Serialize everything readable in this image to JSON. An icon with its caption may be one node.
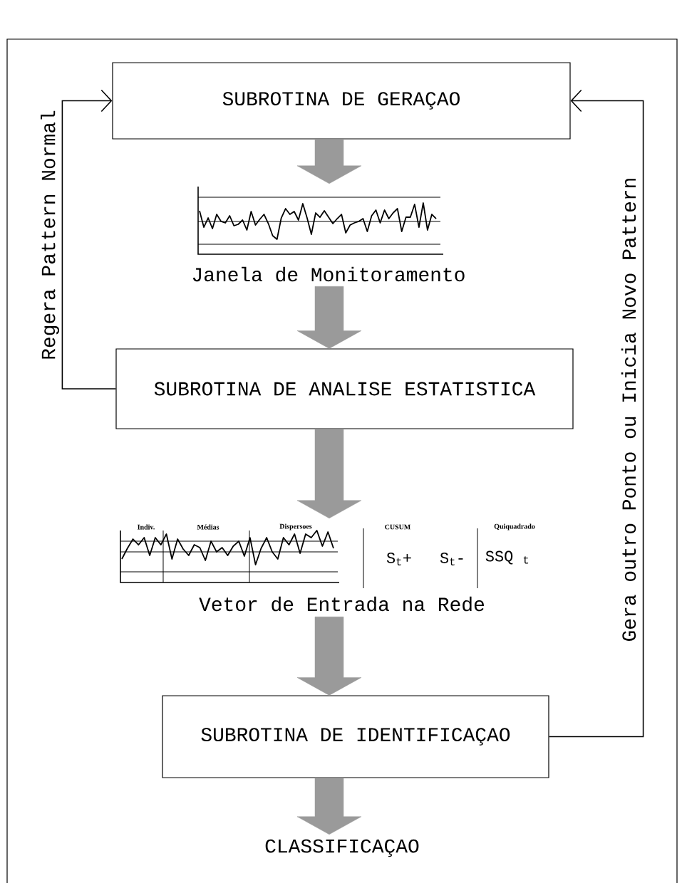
{
  "diagram": {
    "nodes": [
      {
        "text": [
          "SUBROTINA DE GERAÇAO"
        ]
      },
      {
        "text": [],
        "shape": "picture",
        "beside": [
          "Janela de Monitoramento"
        ]
      },
      {
        "text": [
          "SUBROTINA DE ANALISE ESTATISTICA"
        ]
      },
      {
        "text": [],
        "shape": "picture",
        "beside": [
          "Vetor de Entrada na Rede"
        ]
      },
      {
        "text": [
          "SUBROTINA DE IDENTIFICAÇAO"
        ]
      },
      {
        "text": [
          "CLASSIFICAÇAO"
        ]
      }
    ],
    "edges": [
      {
        "from": 0,
        "to": 1,
        "arrow": "to"
      },
      {
        "from": 1,
        "to": 2,
        "arrow": "to"
      },
      {
        "from": 2,
        "to": 3,
        "arrow": "to"
      },
      {
        "from": 3,
        "to": 4,
        "arrow": "to"
      },
      {
        "from": 4,
        "to": 5,
        "arrow": "to"
      },
      {
        "from": 2,
        "to": 0,
        "arrow": "to",
        "label": "Regera Pattern Normal",
        "color": "#000000"
      },
      {
        "from": 4,
        "to": 0,
        "arrow": "to",
        "label": "Gera outro Ponto ou Inicia Novo Pattern",
        "color": "#000000"
      }
    ],
    "labels": [
      "Indiv.",
      "Médias",
      "Dispersoes",
      "CUSUM",
      "Quiquadrado",
      "S$_{t}$+",
      "S$_{t}$-",
      "SSQ $_{t}$"
    ]
  }
}
